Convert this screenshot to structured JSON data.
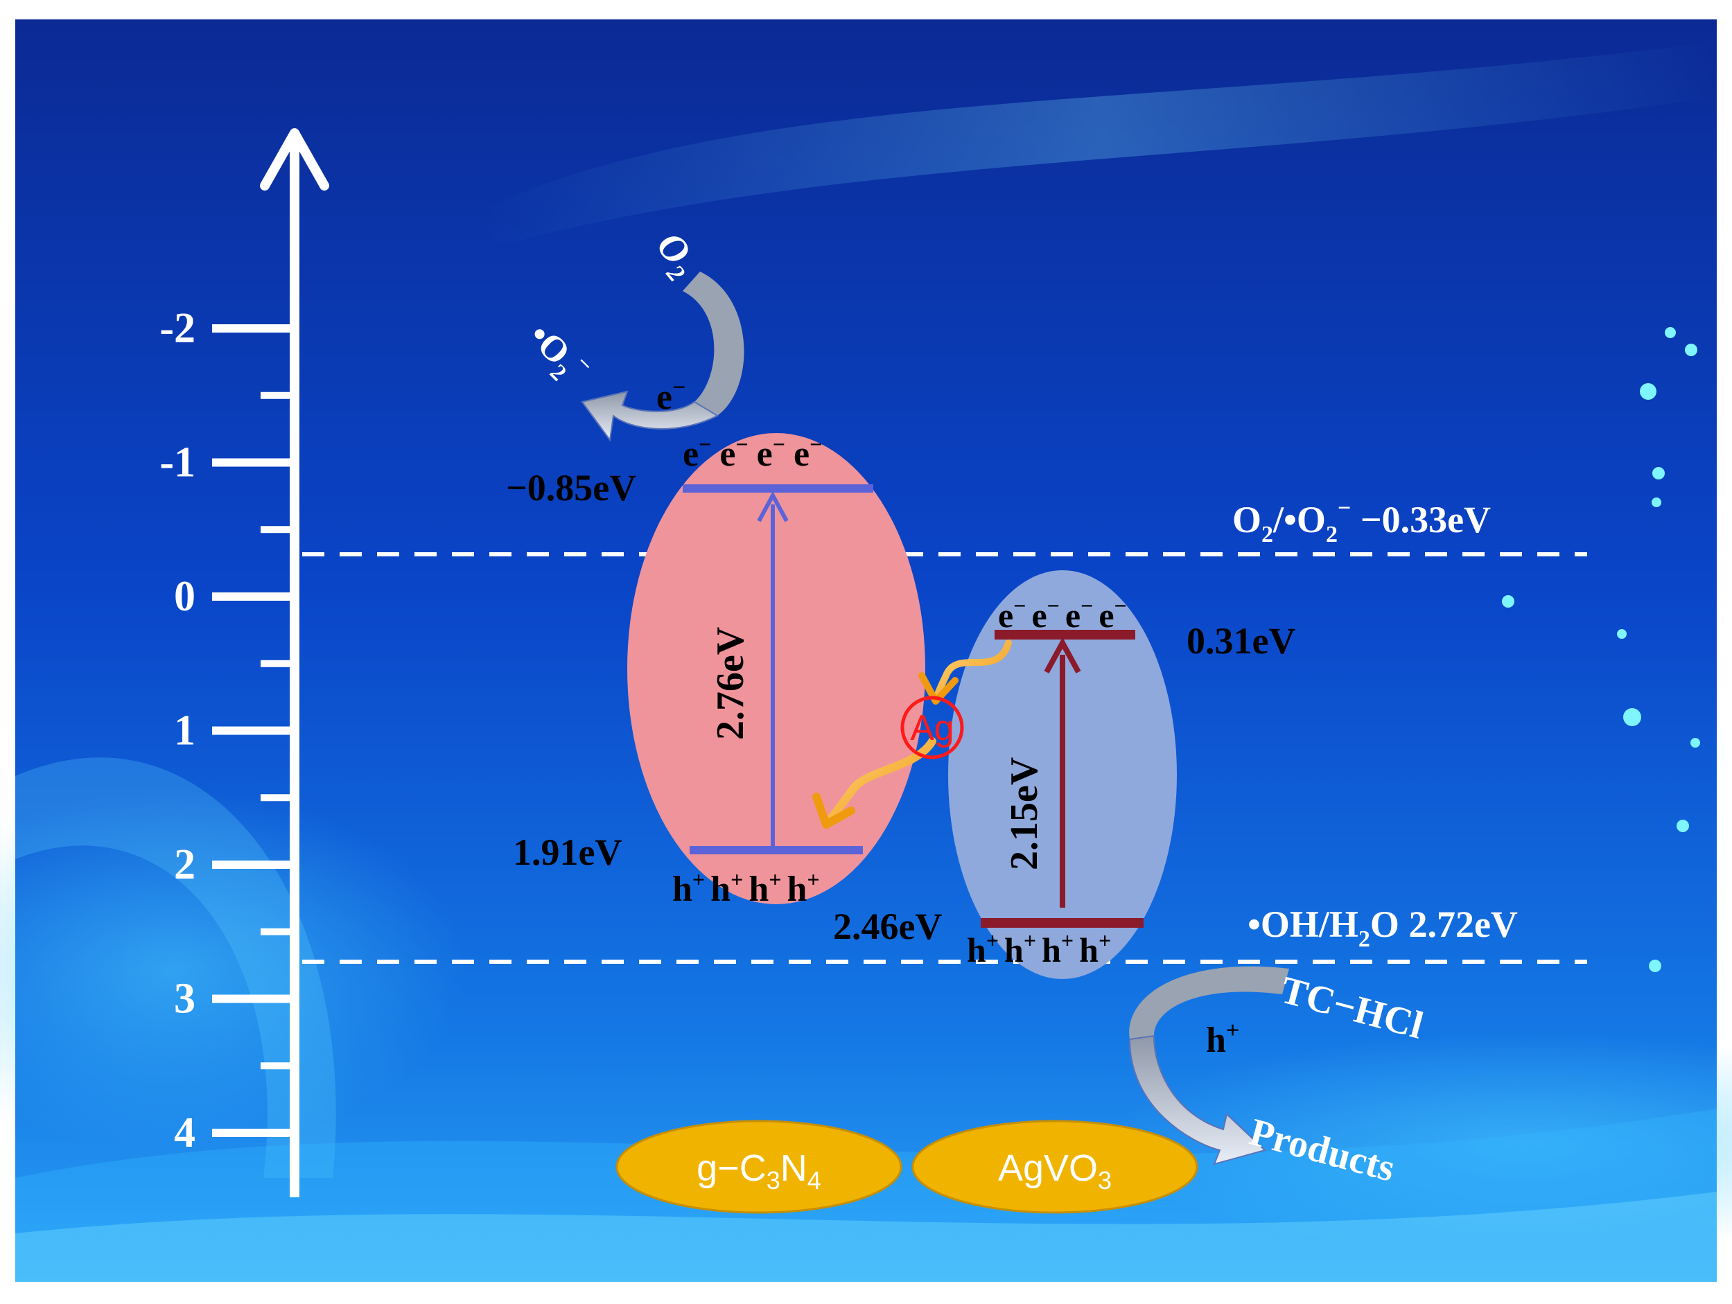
{
  "axis": {
    "ticks": [
      {
        "value": -2,
        "label": "-2"
      },
      {
        "value": -1,
        "label": "-1"
      },
      {
        "value": 0,
        "label": "0"
      },
      {
        "value": 1,
        "label": "1"
      },
      {
        "value": 2,
        "label": "2"
      },
      {
        "value": 3,
        "label": "3"
      },
      {
        "value": 4,
        "label": "4"
      }
    ]
  },
  "potentials": {
    "o2_label_a": "O",
    "o2_sub_a": "2",
    "o2_label_b": "/•O",
    "o2_sub_b": "2",
    "o2_sup": "−",
    "o2_value": "−0.33eV",
    "oh_label_a": "•OH/H",
    "oh_sub": "2",
    "oh_label_b": "O",
    "oh_value": "2.72eV"
  },
  "gcn": {
    "cb_label": "−0.85eV",
    "vb_label": "1.91eV",
    "gap_label": "2.76eV",
    "electrons": [
      "e",
      "e",
      "e",
      "e"
    ],
    "holes": [
      "h",
      "h",
      "h",
      "h"
    ],
    "carrier_sup_e": "−",
    "carrier_sup_h": "+",
    "name_a": "g−C",
    "name_sub_a": "3",
    "name_b": "N",
    "name_sub_b": "4"
  },
  "agvo3": {
    "cb_label": "0.31eV",
    "vb_label": "2.46eV",
    "gap_label": "2.15eV",
    "electrons": [
      "e",
      "e",
      "e",
      "e"
    ],
    "holes": [
      "h",
      "h",
      "h",
      "h"
    ],
    "carrier_sup_e": "−",
    "carrier_sup_h": "+",
    "name_a": "AgVO",
    "name_sub": "3"
  },
  "ag_label": "Ag",
  "reactions": {
    "o2_reactant": "O",
    "o2_reactant_sub": "2",
    "o2_product_a": "•O",
    "o2_product_sub": "2",
    "o2_product_sup": "−",
    "o2_carrier": "e",
    "o2_carrier_sup": "−",
    "tc_reactant": "TC−HCl",
    "tc_carrier": "h",
    "tc_carrier_sup": "+",
    "tc_product": "Products"
  },
  "colors": {
    "background_top": "#0a2a9e",
    "background_bottom": "#1a8ef0",
    "gcn_fill": "#f0949b",
    "agvo3_fill": "#8fa9dd",
    "gcn_band": "#5b63d8",
    "agvo3_band": "#8b1a2a",
    "base_fill": "#f0b400",
    "ag_red": "#ff1a1a",
    "transfer_arrow": "#f5b030"
  }
}
